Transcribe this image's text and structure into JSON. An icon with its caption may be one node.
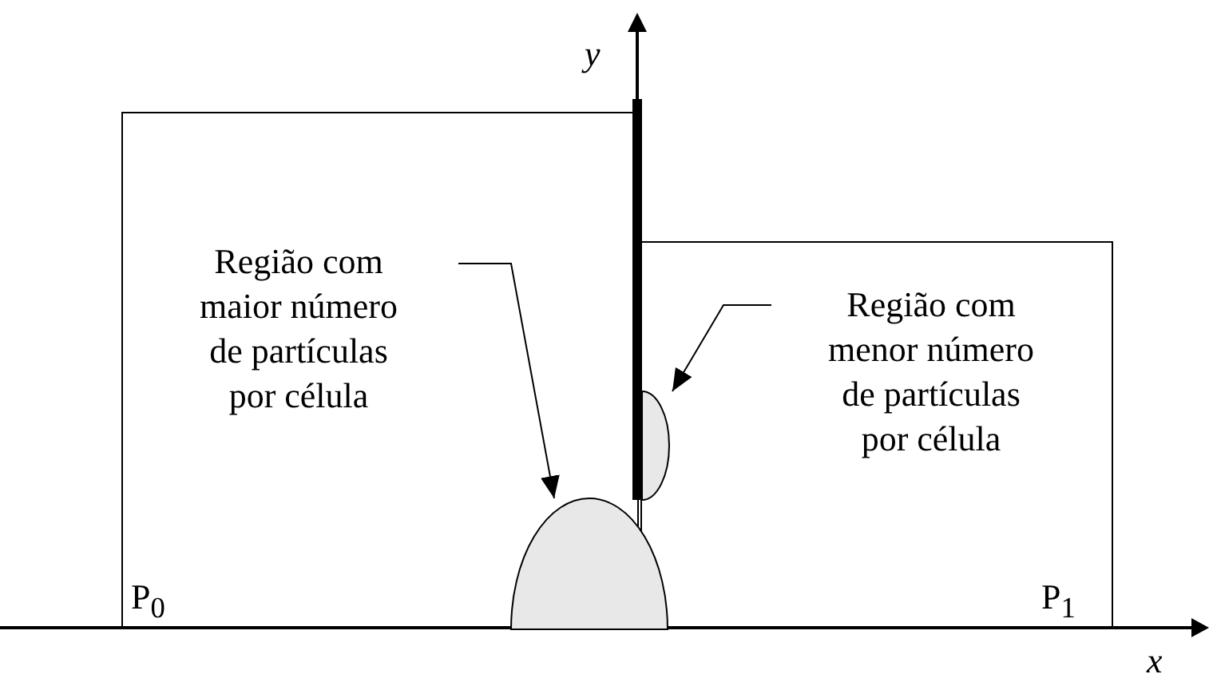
{
  "diagram": {
    "nodes": [
      {
        "text": [
          "P$_{0}$"
        ]
      },
      {
        "text": [
          "Região com maior número de partículas por célula"
        ],
        "in": 0
      },
      {
        "text": [
          "P$_{1}$"
        ]
      },
      {
        "text": [
          "Região com menor número de partículas por célula"
        ],
        "in": 2
      },
      {
        "text": [],
        "shape": "dome"
      },
      {
        "text": [],
        "shape": "dome",
        "in": 2
      }
    ],
    "edges": [
      {
        "from": 1,
        "to": 4,
        "arrow": "to"
      },
      {
        "from": 3,
        "to": 5,
        "arrow": "to"
      }
    ],
    "labels": [
      "y",
      "x"
    ]
  }
}
